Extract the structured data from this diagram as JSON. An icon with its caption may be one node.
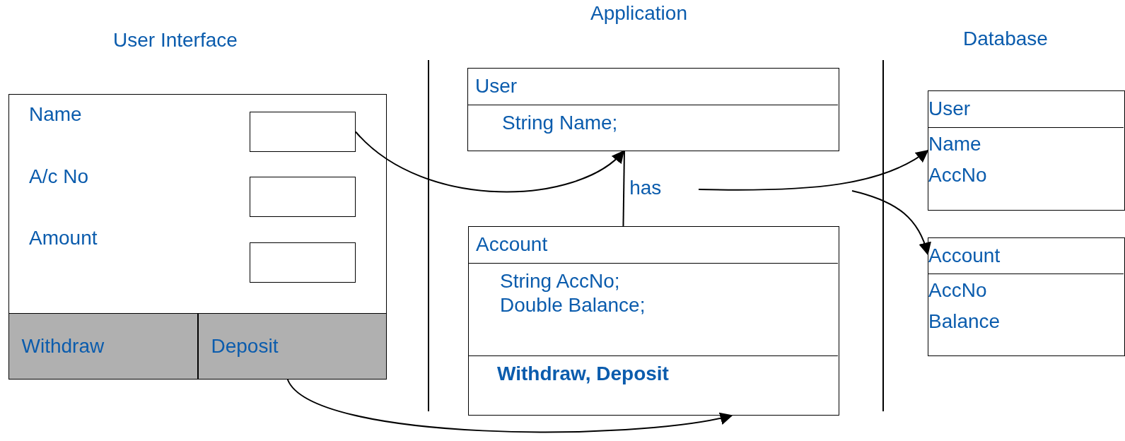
{
  "diagram": {
    "nodes": [
      {
        "text": [
          "User Interface"
        ]
      },
      {
        "text": [],
        "shape": "box",
        "in": 0
      },
      {
        "text": [],
        "shape": "box",
        "in": 0
      },
      {
        "text": [],
        "shape": "box",
        "in": 0
      },
      {
        "text": [
          "Withdraw"
        ],
        "in": 0
      },
      {
        "text": [
          "Deposit"
        ],
        "in": 0
      },
      {
        "text": [
          "User",
          "String Name;"
        ]
      },
      {
        "text": [
          "Account",
          "String AccNo; Double Balance;",
          "Withdraw, Deposit"
        ]
      },
      {
        "text": [
          "User",
          "Name",
          "AccNo"
        ]
      },
      {
        "text": [
          "Account",
          "AccNo",
          "Balance"
        ]
      }
    ],
    "edges": [
      {
        "from": 1,
        "to": 6,
        "arrow": "to"
      },
      {
        "from": 6,
        "to": 7,
        "arrow": "none",
        "label": "has"
      },
      {
        "from": null,
        "to": 8,
        "arrow": "to"
      },
      {
        "from": null,
        "to": 9,
        "arrow": "to"
      },
      {
        "from": 5,
        "to": 7,
        "arrow": "to"
      }
    ],
    "labels": [
      "Application",
      "Database",
      "Name",
      "A/c No",
      "Amount"
    ]
  }
}
